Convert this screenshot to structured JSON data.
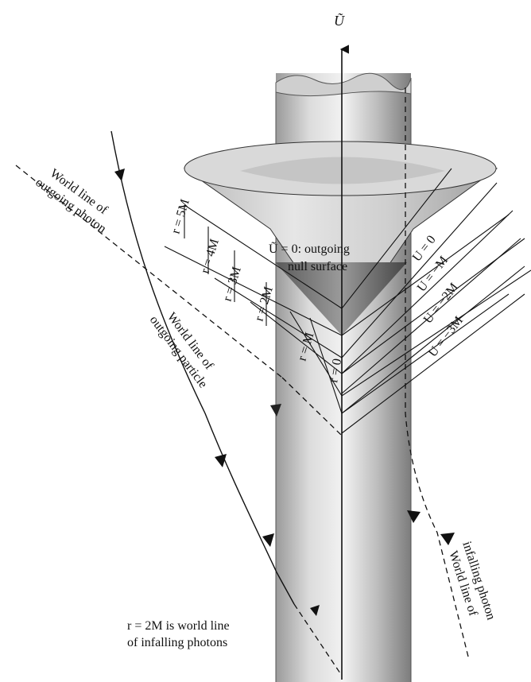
{
  "diagram": {
    "axis_label": "Ũ",
    "null_surface": {
      "line1": "Ũ = 0:  outgoing",
      "line2": "null surface"
    },
    "radius_labels": [
      "r = 5M",
      "r = 4M",
      "r = 3M",
      "r = 2M",
      "r = M",
      "r = 0"
    ],
    "u_labels": [
      "U = 0",
      "U = −M",
      "U = −2M",
      "U = −3M"
    ],
    "outgoing_photon": {
      "line1": "World line of",
      "line2": "outgoing photon"
    },
    "outgoing_particle": {
      "line1": "World line of",
      "line2": "outgoing particle"
    },
    "infalling_photon": {
      "line1": "World line of",
      "line2": "infalling photon"
    },
    "horizon_note": {
      "line1": "r = 2M is world line",
      "line2": "of infalling photons"
    }
  },
  "colors": {
    "ink": "#111111",
    "cylinder_dark": "#6f6f6f",
    "cylinder_light": "#e8e8e8"
  }
}
